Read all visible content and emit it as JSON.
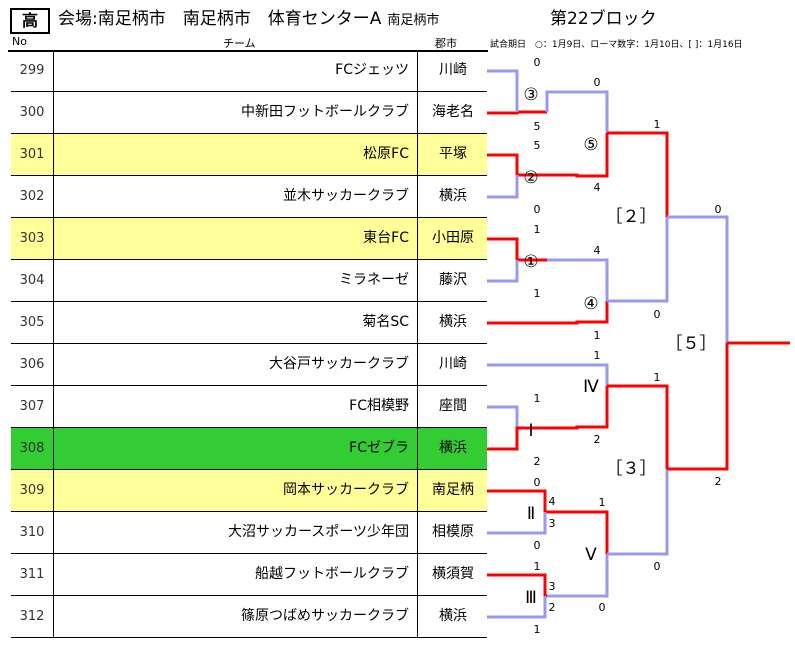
{
  "header": {
    "grade": "高",
    "venue": "会場:南足柄市　南足柄市　体育センターA",
    "venue_small": "南足柄市",
    "block": "第22ブロック"
  },
  "columns": {
    "no": "No",
    "team": "チーム",
    "city": "郡市"
  },
  "legend": "試合期日　○：1月9日、ローマ数字：1月10日、[ ]：1月16日",
  "teams": [
    {
      "no": "299",
      "name": "FCジェッツ",
      "city": "川崎",
      "highlight": ""
    },
    {
      "no": "300",
      "name": "中新田フットボールクラブ",
      "city": "海老名",
      "highlight": ""
    },
    {
      "no": "301",
      "name": "松原FC",
      "city": "平塚",
      "highlight": "yellow"
    },
    {
      "no": "302",
      "name": "並木サッカークラブ",
      "city": "横浜",
      "highlight": ""
    },
    {
      "no": "303",
      "name": "東台FC",
      "city": "小田原",
      "highlight": "yellow"
    },
    {
      "no": "304",
      "name": "ミラネーゼ",
      "city": "藤沢",
      "highlight": ""
    },
    {
      "no": "305",
      "name": "菊名SC",
      "city": "横浜",
      "highlight": ""
    },
    {
      "no": "306",
      "name": "大谷戸サッカークラブ",
      "city": "川崎",
      "highlight": ""
    },
    {
      "no": "307",
      "name": "FC相模野",
      "city": "座間",
      "highlight": ""
    },
    {
      "no": "308",
      "name": "FCゼブラ",
      "city": "横浜",
      "highlight": "green"
    },
    {
      "no": "309",
      "name": "岡本サッカークラブ",
      "city": "南足柄",
      "highlight": "yellow"
    },
    {
      "no": "310",
      "name": "大沼サッカースポーツ少年団",
      "city": "相模原",
      "highlight": ""
    },
    {
      "no": "311",
      "name": "船越フットボールクラブ",
      "city": "横須賀",
      "highlight": ""
    },
    {
      "no": "312",
      "name": "篠原つばめサッカークラブ",
      "city": "横浜",
      "highlight": ""
    }
  ],
  "matches": {
    "m3": {
      "label": "③",
      "top": "0",
      "bottom": "5"
    },
    "m2": {
      "label": "②",
      "top": "5",
      "bottom": "0"
    },
    "m1": {
      "label": "①",
      "top": "1",
      "bottom": "1"
    },
    "m5": {
      "label": "⑤",
      "top": "0",
      "bottom": "4"
    },
    "m4": {
      "label": "④",
      "top": "4",
      "bottom": "1"
    },
    "mI": {
      "label": "Ⅰ",
      "top": "1",
      "bottom": "2"
    },
    "mII": {
      "label": "Ⅱ",
      "top": "0",
      "mid_a": "4",
      "mid_b": "3",
      "bottom": "0"
    },
    "mIII": {
      "label": "Ⅲ",
      "top": "1",
      "mid_a": "3",
      "mid_b": "2",
      "bottom": "1"
    },
    "mIV": {
      "label": "Ⅳ",
      "top": "1",
      "bottom": "2"
    },
    "mV": {
      "label": "Ⅴ",
      "top": "1",
      "bottom": "0"
    },
    "r2": {
      "label": "［２］",
      "top": "1",
      "bottom": "0"
    },
    "r3": {
      "label": "［３］",
      "top": "1",
      "bottom": "0"
    },
    "r5": {
      "label": "［５］",
      "top": "0",
      "bottom": "2"
    }
  },
  "colors": {
    "winner": "#ff0000",
    "loser": "#9999ee",
    "yellow": "#ffff99",
    "green": "#33cc33"
  }
}
